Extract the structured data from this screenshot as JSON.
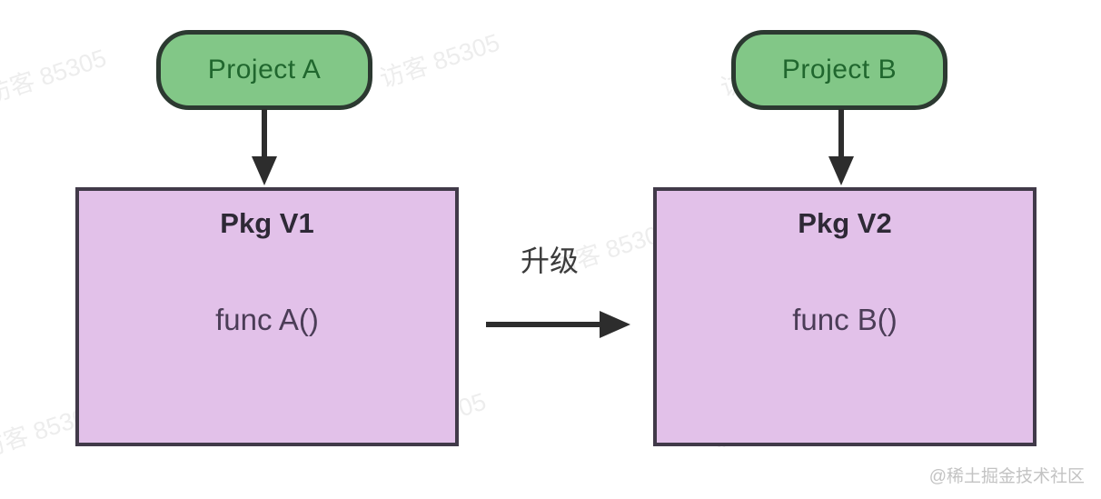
{
  "diagram": {
    "project_a": {
      "label": "Project A"
    },
    "project_b": {
      "label": "Project B"
    },
    "pkg_v1": {
      "title": "Pkg V1",
      "body": "func A()"
    },
    "pkg_v2": {
      "title": "Pkg V2",
      "body": "func B()"
    },
    "upgrade_label": "升级"
  },
  "watermark": {
    "visitor_text": "访客 85305",
    "credit_text": "@稀土掘金技术社区"
  },
  "colors": {
    "pill-fill": "#82c787",
    "pill-border": "#2c3931",
    "pill-text": "#20672e",
    "box-fill": "#e2c1e9",
    "box-border": "#413a49",
    "box-title": "#2e2936",
    "box-body": "#4b3d57",
    "arrow": "#2d2d2d",
    "upgrade-text": "#3b3b3b",
    "watermark": "rgba(125,125,125,0.14)",
    "credit": "#c3c3c3"
  }
}
